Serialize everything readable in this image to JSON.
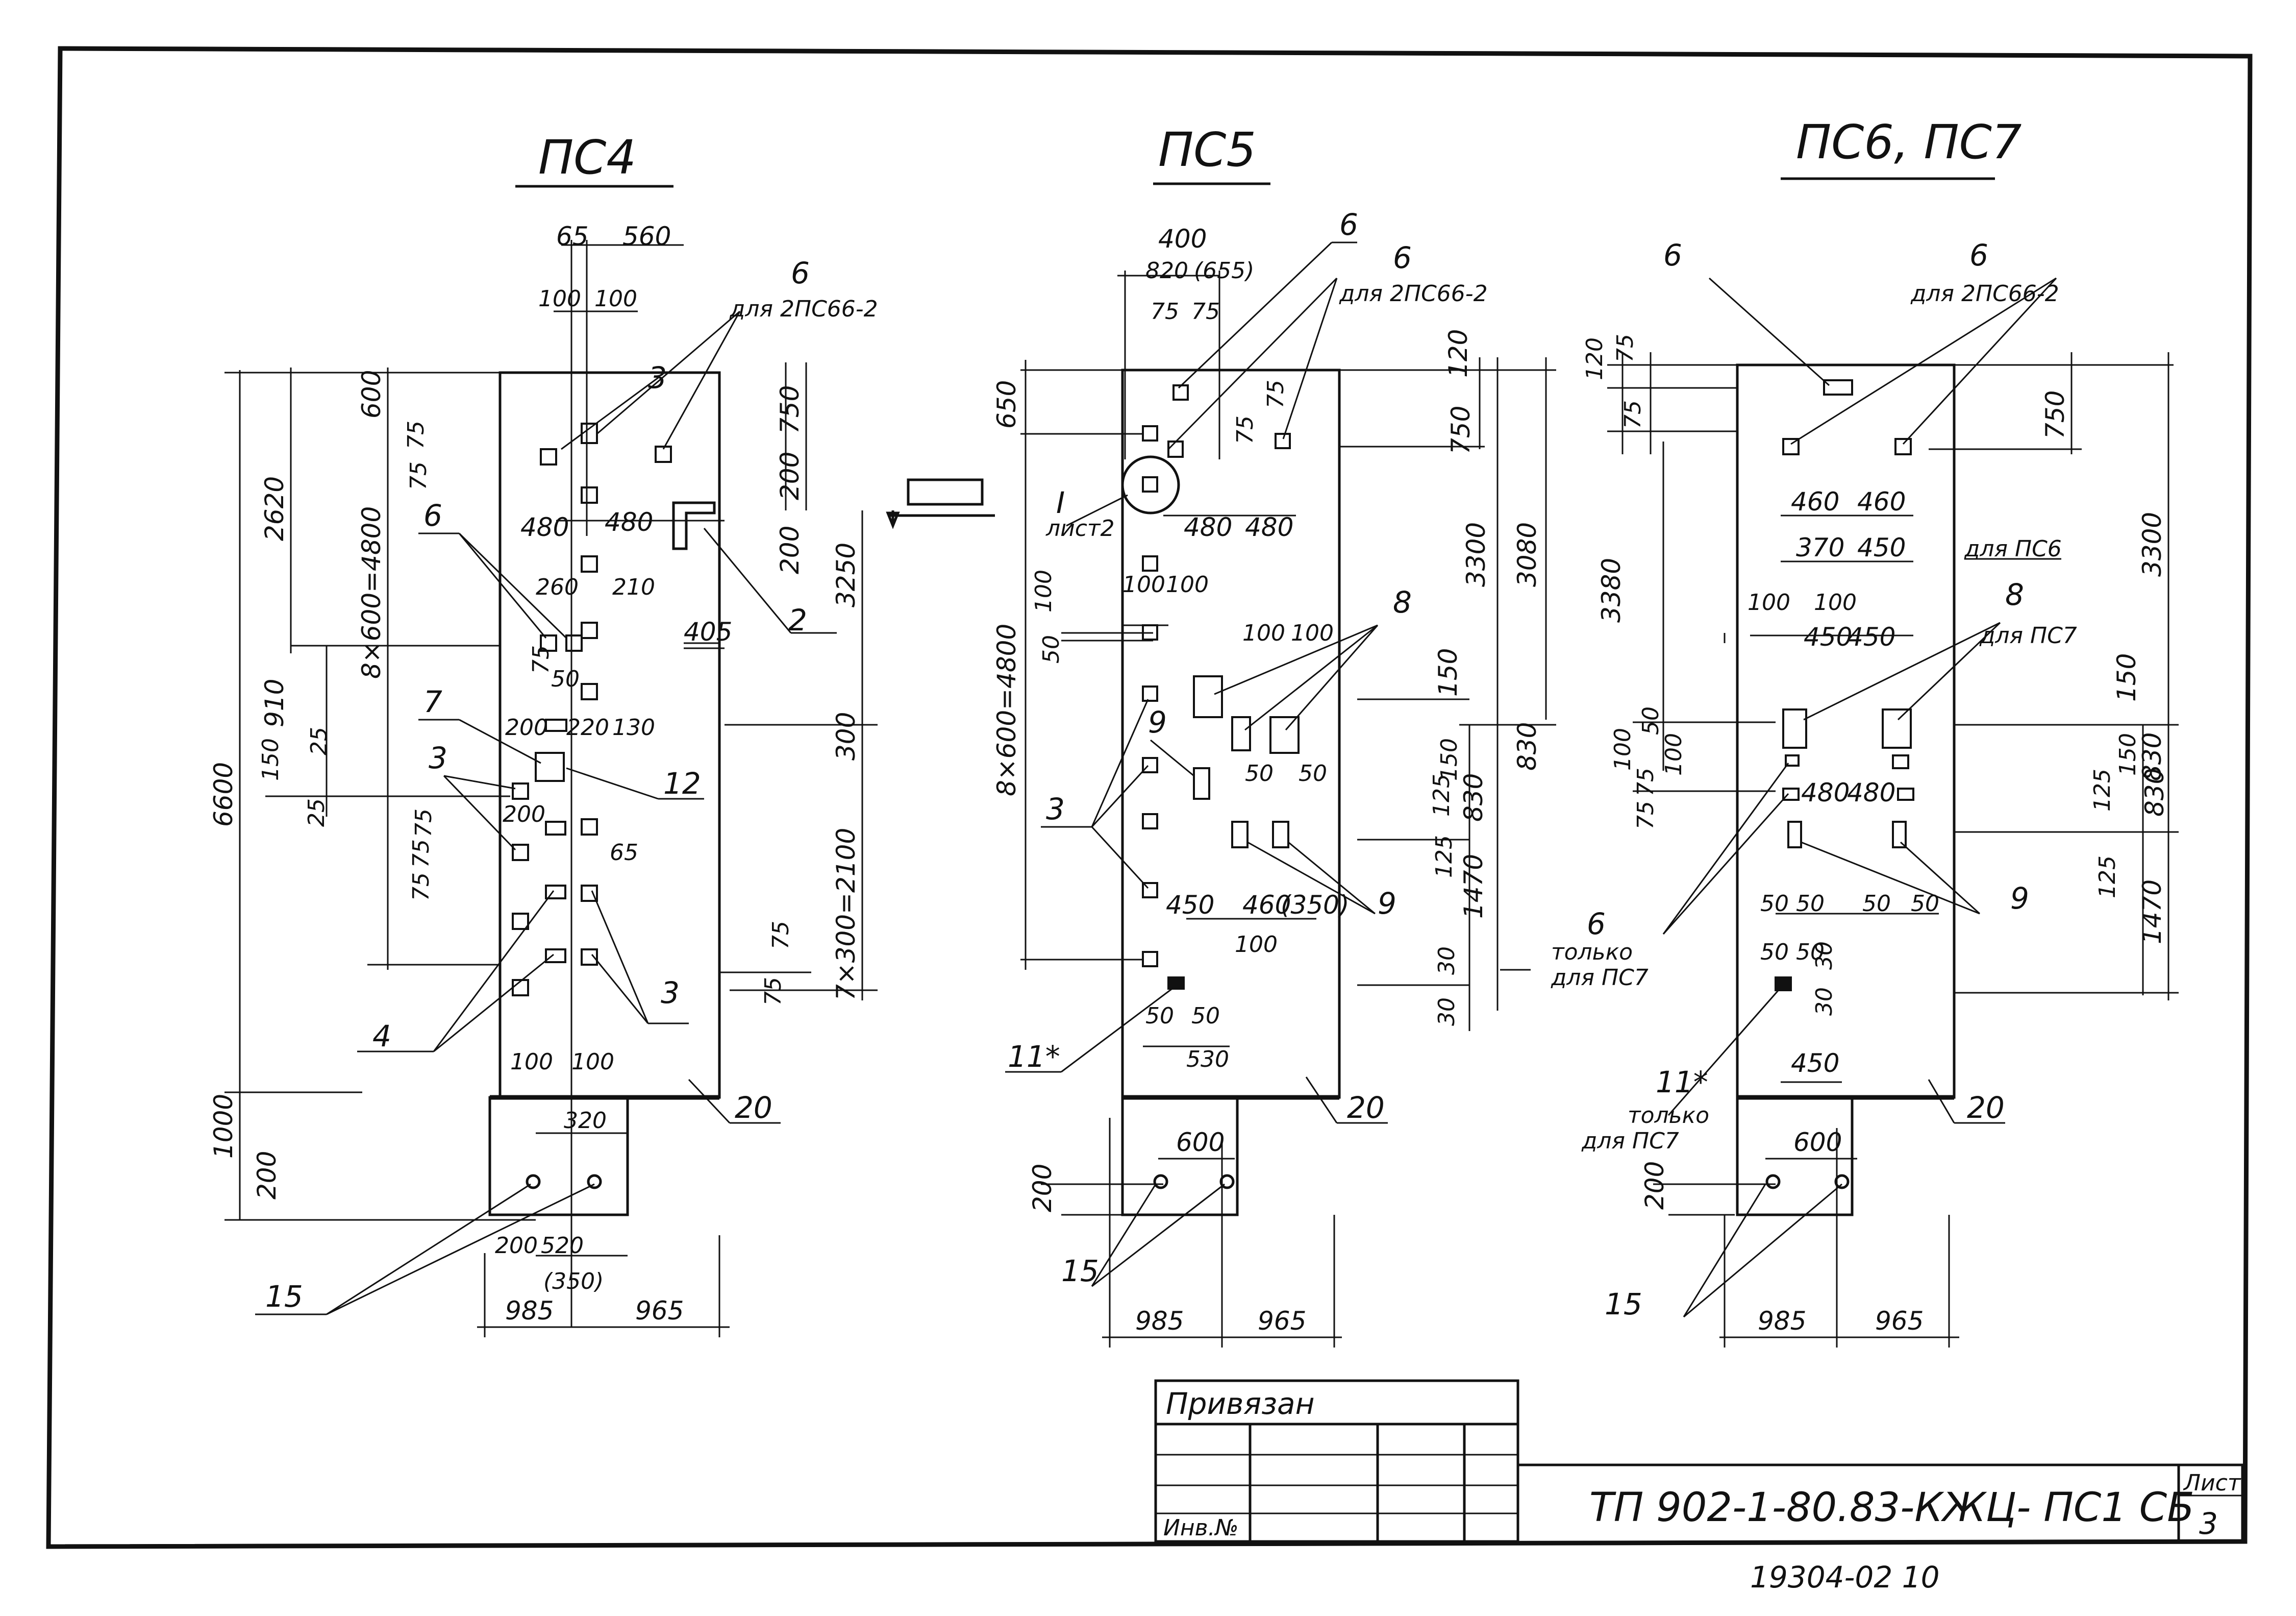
{
  "panels": [
    {
      "title": "ПС4",
      "widths": [
        "985",
        "965"
      ],
      "top_dims": [
        "65",
        "560",
        "100",
        "100"
      ],
      "heights": [
        "6600",
        "2620",
        "910",
        "1000",
        "200",
        "600"
      ],
      "pitch": "8×600=4800",
      "pitch2": "7×300=2100",
      "right_dims": [
        "750",
        "200",
        "200",
        "3250",
        "300",
        "75",
        "75"
      ],
      "left_small": [
        "75",
        "75",
        "150",
        "25",
        "25",
        "75",
        "75",
        "75"
      ],
      "inner_dims": [
        "480",
        "480",
        "260",
        "210",
        "405",
        "75",
        "50",
        "200",
        "220",
        "130",
        "200",
        "65",
        "100",
        "100",
        "320",
        "200",
        "520",
        "(350)"
      ],
      "callouts": [
        "6",
        "для 2ПС66-2",
        "3",
        "2",
        "6",
        "7",
        "12",
        "3",
        "4",
        "3",
        "15",
        "20"
      ]
    },
    {
      "title": "ПС5",
      "widths": [
        "985",
        "965"
      ],
      "top_dims": [
        "400",
        "820",
        "(655)",
        "75",
        "75"
      ],
      "heights": [
        "650",
        "8×600=4800",
        "200"
      ],
      "right_dims": [
        "120",
        "750",
        "3300",
        "3080",
        "150",
        "830",
        "125",
        "150",
        "125",
        "830",
        "1470",
        "30",
        "30"
      ],
      "left_small": [
        "100",
        "50",
        "100",
        "100"
      ],
      "inner_dims": [
        "75",
        "75",
        "480",
        "480",
        "100",
        "100",
        "50",
        "50",
        "450",
        "460",
        "(350)",
        "100",
        "50",
        "50",
        "530",
        "600"
      ],
      "callouts": [
        "6",
        "6",
        "для 2ПС66-2",
        "I",
        "лист2",
        "8",
        "9",
        "3",
        "9",
        "11*",
        "15",
        "20"
      ]
    },
    {
      "title": "ПС6, ПС7",
      "widths": [
        "985",
        "965"
      ],
      "top_dims": [
        "120",
        "75",
        "75"
      ],
      "heights": [
        "3380",
        "200"
      ],
      "right_dims": [
        "750",
        "3300",
        "150",
        "830",
        "125",
        "150",
        "125",
        "830",
        "1470"
      ],
      "left_small": [
        "100",
        "75",
        "75",
        "50",
        "100"
      ],
      "inner_dims": [
        "460",
        "460",
        "370",
        "450",
        "100",
        "100",
        "450",
        "450",
        "480",
        "480",
        "50",
        "50",
        "50",
        "50",
        "50",
        "50",
        "30",
        "30",
        "450",
        "600"
      ],
      "callouts": [
        "6",
        "6",
        "для 2ПС66-2",
        "для ПС6",
        "8",
        "для ПС7",
        "6",
        "только",
        "для ПС7",
        "9",
        "11*",
        "только",
        "для ПС7",
        "15",
        "20"
      ]
    }
  ],
  "title_block": {
    "privyazan": "Привязан",
    "inv_no": "Инв.№",
    "designation": "ТП 902-1-80.83-КЖЦ- ПС1 СБ",
    "sheet_label": "Лист",
    "sheet_no": "3",
    "below_note": "19304-02  10"
  }
}
